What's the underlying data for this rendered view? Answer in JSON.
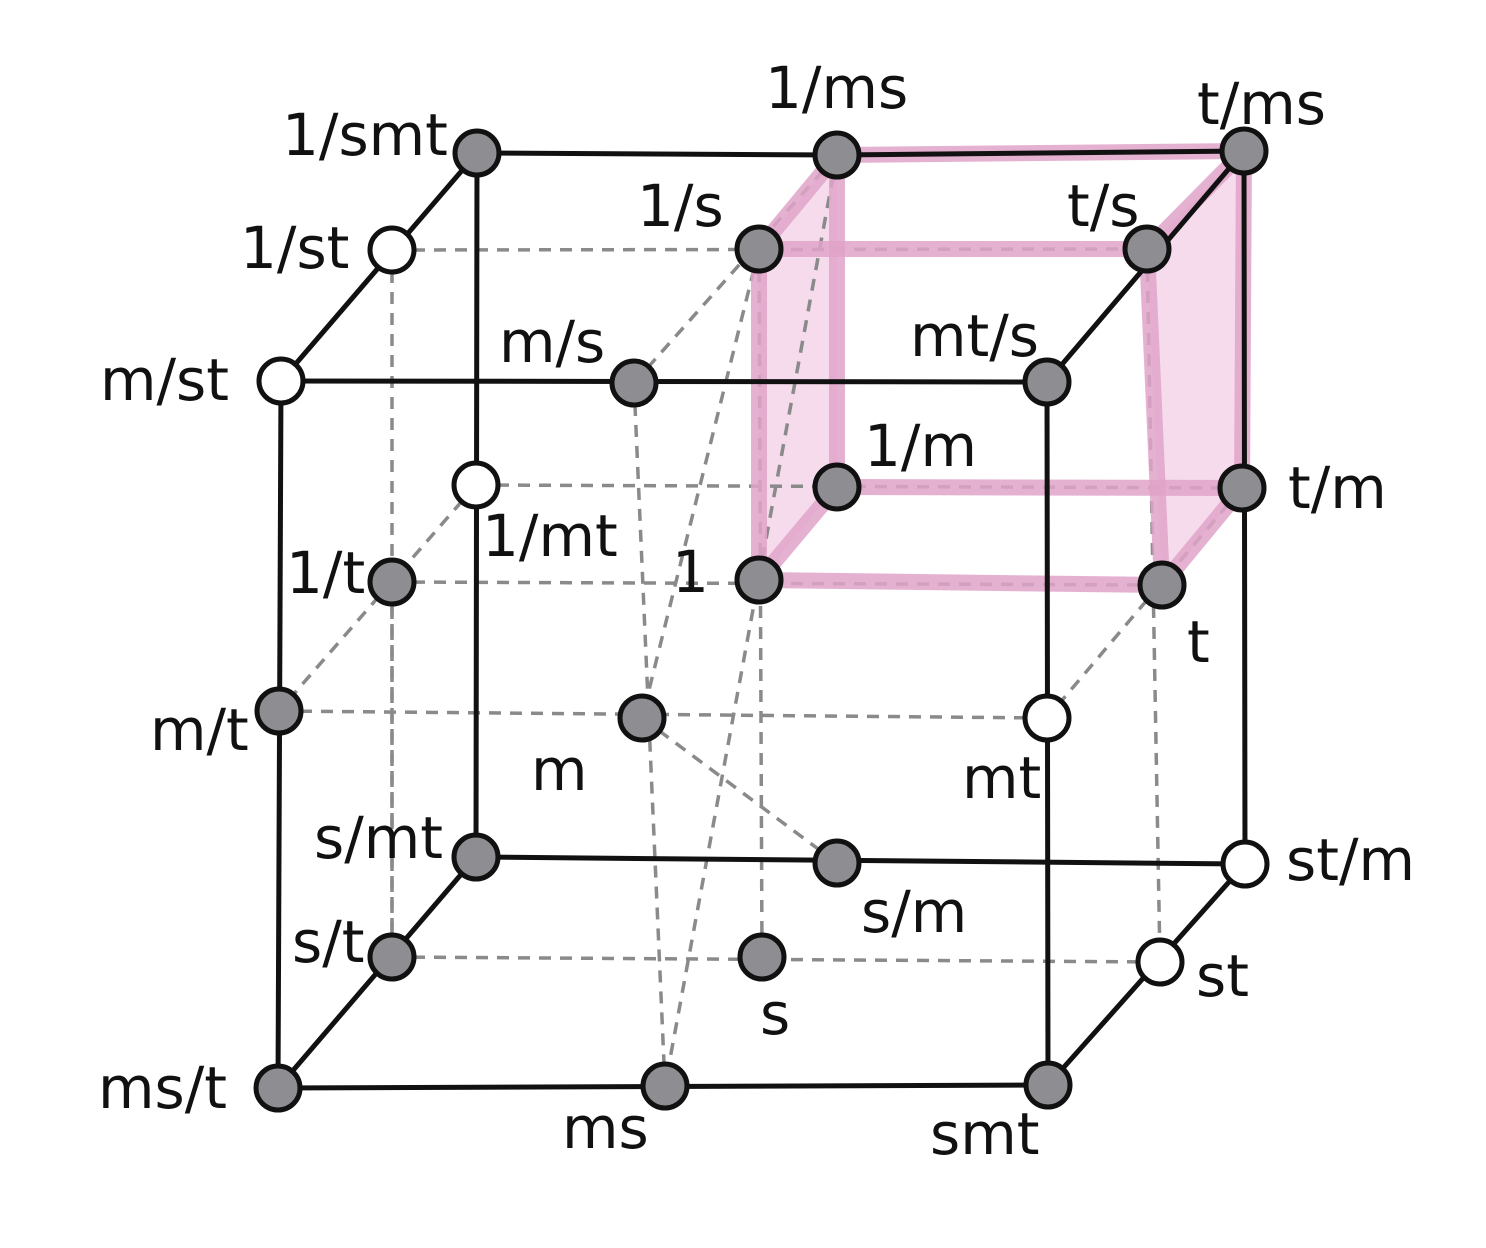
{
  "colors": {
    "filled_node": "#8e8e92",
    "open_node": "#ffffff",
    "edge": "#111111",
    "dashed_edge": "#8a8a8a",
    "highlight": "#e0a3c9"
  },
  "nodes": {
    "n_1_smt": {
      "label": "1/smt",
      "filled": true
    },
    "n_1_ms": {
      "label": "1/ms",
      "filled": true
    },
    "n_t_ms": {
      "label": "t/ms",
      "filled": true
    },
    "n_1_st": {
      "label": "1/st",
      "filled": false
    },
    "n_1_s": {
      "label": "1/s",
      "filled": true
    },
    "n_t_s": {
      "label": "t/s",
      "filled": true
    },
    "n_m_st": {
      "label": "m/st",
      "filled": false
    },
    "n_m_s": {
      "label": "m/s",
      "filled": true
    },
    "n_mt_s": {
      "label": "mt/s",
      "filled": true
    },
    "n_1_mt": {
      "label": "1/mt",
      "filled": false
    },
    "n_1_m": {
      "label": "1/m",
      "filled": true
    },
    "n_t_m": {
      "label": "t/m",
      "filled": true
    },
    "n_1_t": {
      "label": "1/t",
      "filled": true
    },
    "n_1": {
      "label": "1",
      "filled": true
    },
    "n_t": {
      "label": "t",
      "filled": true
    },
    "n_m_t": {
      "label": "m/t",
      "filled": true
    },
    "n_m": {
      "label": "m",
      "filled": true
    },
    "n_mt": {
      "label": "mt",
      "filled": false
    },
    "n_s_mt": {
      "label": "s/mt",
      "filled": true
    },
    "n_s_m": {
      "label": "s/m",
      "filled": true
    },
    "n_st_m": {
      "label": "st/m",
      "filled": false
    },
    "n_s_t": {
      "label": "s/t",
      "filled": true
    },
    "n_s": {
      "label": "s",
      "filled": true
    },
    "n_st": {
      "label": "st",
      "filled": false
    },
    "n_ms_t": {
      "label": "ms/t",
      "filled": true
    },
    "n_ms": {
      "label": "ms",
      "filled": true
    },
    "n_smt": {
      "label": "smt",
      "filled": true
    }
  },
  "solid_edges": [
    [
      "n_1_smt",
      "n_1_ms"
    ],
    [
      "n_1_ms",
      "n_t_ms"
    ],
    [
      "n_1_smt",
      "n_m_st"
    ],
    [
      "n_t_ms",
      "n_mt_s"
    ],
    [
      "n_m_st",
      "n_mt_s"
    ],
    [
      "n_1_smt",
      "n_s_mt"
    ],
    [
      "n_t_ms",
      "n_st_m"
    ],
    [
      "n_m_st",
      "n_ms_t"
    ],
    [
      "n_mt_s",
      "n_smt"
    ],
    [
      "n_s_mt",
      "n_st_m"
    ],
    [
      "n_s_mt",
      "n_ms_t"
    ],
    [
      "n_st_m",
      "n_smt"
    ],
    [
      "n_ms_t",
      "n_smt"
    ]
  ],
  "dashed_edges": [
    [
      "n_1_st",
      "n_t_s"
    ],
    [
      "n_1_st",
      "n_s_t"
    ],
    [
      "n_t_s",
      "n_st"
    ],
    [
      "n_s_t",
      "n_st"
    ],
    [
      "n_1_ms",
      "n_m_s"
    ],
    [
      "n_1_ms",
      "n_ms"
    ],
    [
      "n_m_s",
      "n_ms"
    ],
    [
      "n_1_mt",
      "n_t_m"
    ],
    [
      "n_1_mt",
      "n_m_t"
    ],
    [
      "n_t_m",
      "n_mt"
    ],
    [
      "n_m_t",
      "n_mt"
    ],
    [
      "n_1_t",
      "n_t"
    ],
    [
      "n_1_t",
      "n_s_t"
    ],
    [
      "n_1_s",
      "n_m"
    ],
    [
      "n_1_s",
      "n_s"
    ],
    [
      "n_m",
      "n_s_m"
    ]
  ],
  "highlighted_edges": [
    [
      "n_1_s",
      "n_1_ms"
    ],
    [
      "n_1_ms",
      "n_t_ms"
    ],
    [
      "n_t_ms",
      "n_t_s"
    ],
    [
      "n_t_s",
      "n_1_s"
    ],
    [
      "n_1",
      "n_1_m"
    ],
    [
      "n_1_m",
      "n_t_m"
    ],
    [
      "n_t_m",
      "n_t"
    ],
    [
      "n_t",
      "n_1"
    ],
    [
      "n_1_s",
      "n_1"
    ],
    [
      "n_1_ms",
      "n_1_m"
    ],
    [
      "n_t_ms",
      "n_t_m"
    ],
    [
      "n_t_s",
      "n_t"
    ]
  ],
  "highlighted_faces": [
    [
      "n_1_s",
      "n_1_ms",
      "n_1_m",
      "n_1"
    ],
    [
      "n_t_s",
      "n_t_ms",
      "n_t_m",
      "n_t"
    ]
  ]
}
